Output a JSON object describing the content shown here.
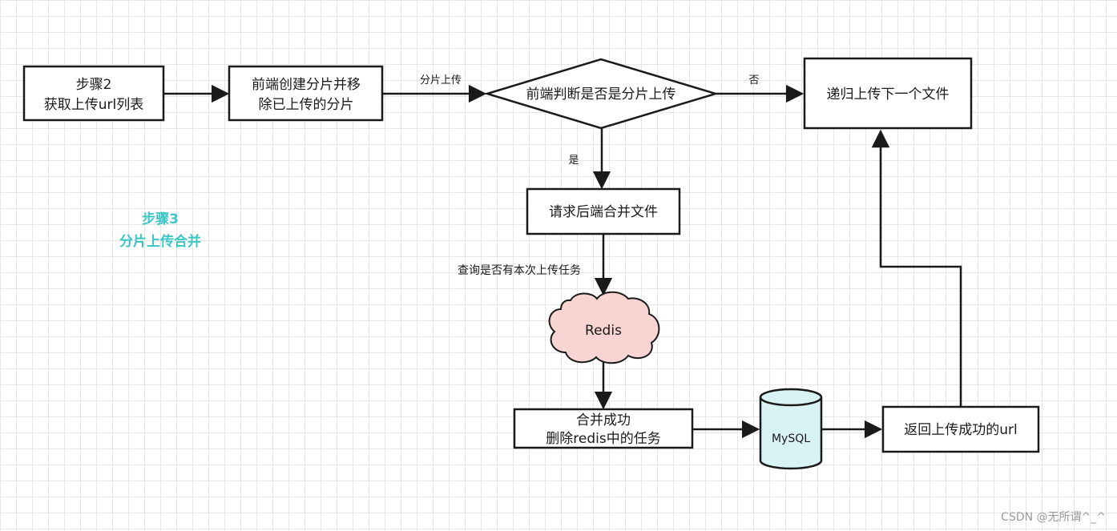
{
  "nodes": {
    "step2": {
      "line1": "步骤2",
      "line2": "获取上传url列表"
    },
    "create_chunks": {
      "line1": "前端创建分片并移",
      "line2": "除已上传的分片"
    },
    "decision": {
      "label": "前端判断是否是分片上传"
    },
    "recursive_upload": {
      "label": "递归上传下一个文件"
    },
    "merge_request": {
      "label": "请求后端合并文件"
    },
    "redis": {
      "label": "Redis"
    },
    "merge_success": {
      "line1": "合并成功",
      "line2": "删除redis中的任务"
    },
    "mysql": {
      "label": "MySQL"
    },
    "return_url": {
      "label": "返回上传成功的url"
    }
  },
  "edges": {
    "chunk_upload": "分片上传",
    "no": "否",
    "yes": "是",
    "query_task": "查询是否有本次上传任务"
  },
  "step3": {
    "line1": "步骤3",
    "line2": "分片上传合并",
    "color": "#3cc6c6"
  },
  "colors": {
    "stroke": "#1a1a1a",
    "redis_fill": "#f8d5d2",
    "mysql_fill": "#d9f2f4",
    "node_fill": "#ffffff"
  },
  "watermark": "CSDN @无所谓^_^"
}
